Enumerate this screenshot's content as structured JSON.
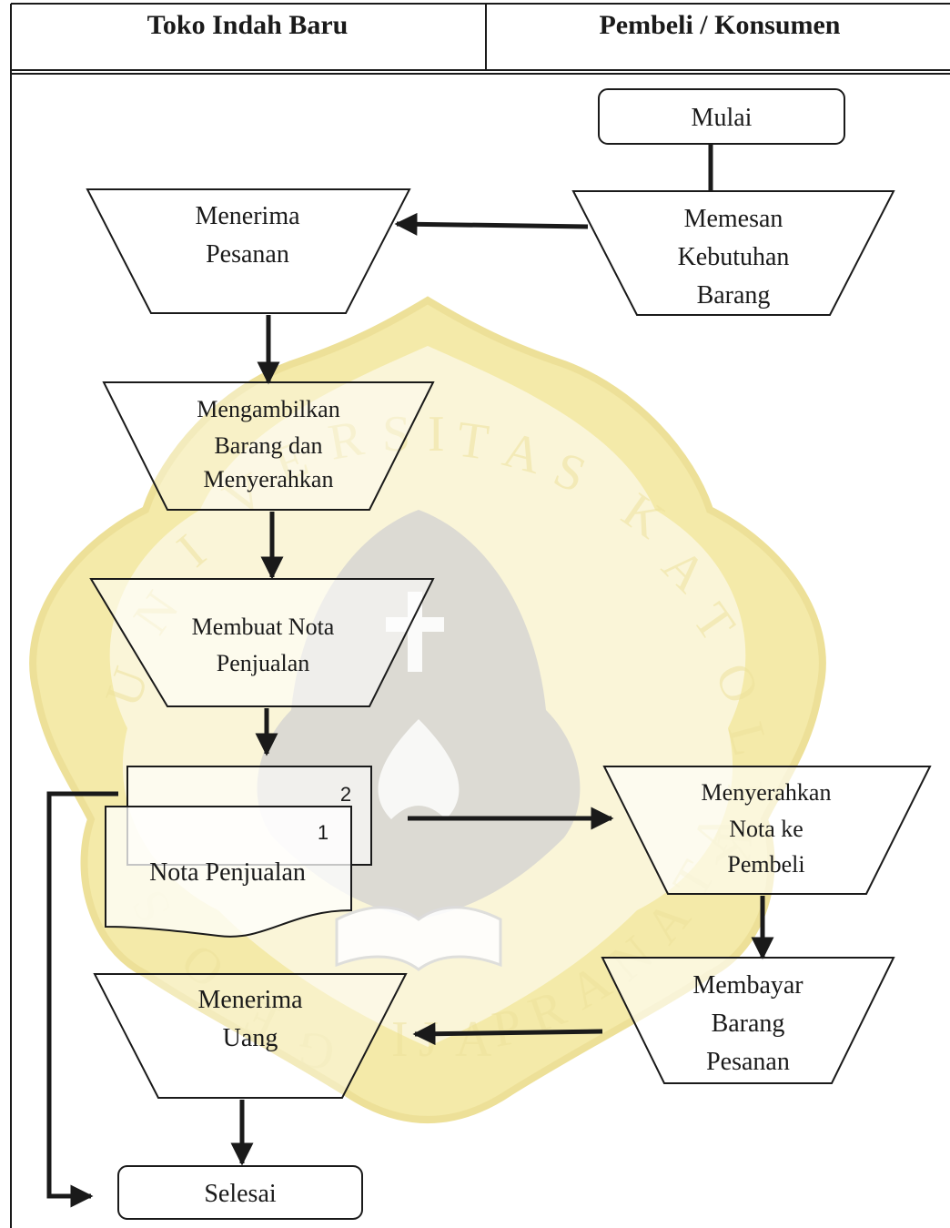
{
  "table": {
    "col_left": "Toko Indah Baru",
    "col_right": "Pembeli / Konsumen"
  },
  "watermark": {
    "ring_text": "UNIVERSITAS KATOLIK SOEGIJAPRANATA",
    "accent_color": "#f3e79a",
    "shade_color": "#c9c9c9"
  },
  "nodes": {
    "start": "Mulai",
    "order": [
      "Memesan",
      "Kebutuhan",
      "Barang"
    ],
    "receive_order": [
      "Menerima",
      "Pesanan"
    ],
    "pick_goods": [
      "Mengambilkan",
      "Barang dan",
      "Menyerahkan"
    ],
    "make_invoice": [
      "Membuat Nota",
      "Penjualan"
    ],
    "invoice_doc": {
      "label": "Nota Penjualan",
      "copy_front": "1",
      "copy_back": "2"
    },
    "hand_invoice": [
      "Menyerahkan",
      "Nota ke",
      "Pembeli"
    ],
    "pay": [
      "Membayar",
      "Barang",
      "Pesanan"
    ],
    "receive_money": [
      "Menerima",
      "Uang"
    ],
    "end": "Selesai"
  }
}
